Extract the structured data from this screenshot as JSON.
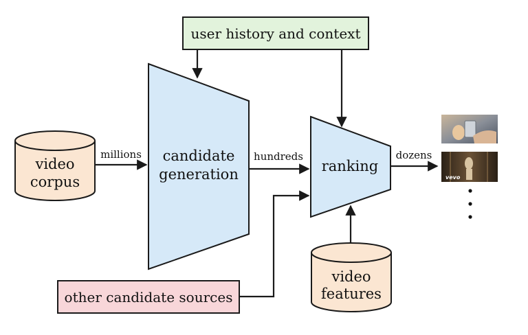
{
  "nodes": {
    "user_history": "user history and context",
    "candidate_generation": [
      "candidate",
      "generation"
    ],
    "ranking": "ranking",
    "video_corpus": [
      "video",
      "corpus"
    ],
    "video_features": [
      "video",
      "features"
    ],
    "other_sources": "other candidate sources"
  },
  "edges": {
    "millions": "millions",
    "hundreds": "hundreds",
    "dozens": "dozens"
  },
  "colors": {
    "blue_fill": "#d6e9f8",
    "green_fill": "#e2f3dc",
    "pink_fill": "#f8d6d9",
    "cylinder_fill": "#fbe6d2",
    "stroke": "#1a1a1a"
  },
  "output": {
    "thumbnails": [
      "phone-hands-thumbnail",
      "vevo-video-thumbnail"
    ],
    "thumbnail_caption": "vevo",
    "more": "ellipsis-vertical"
  }
}
